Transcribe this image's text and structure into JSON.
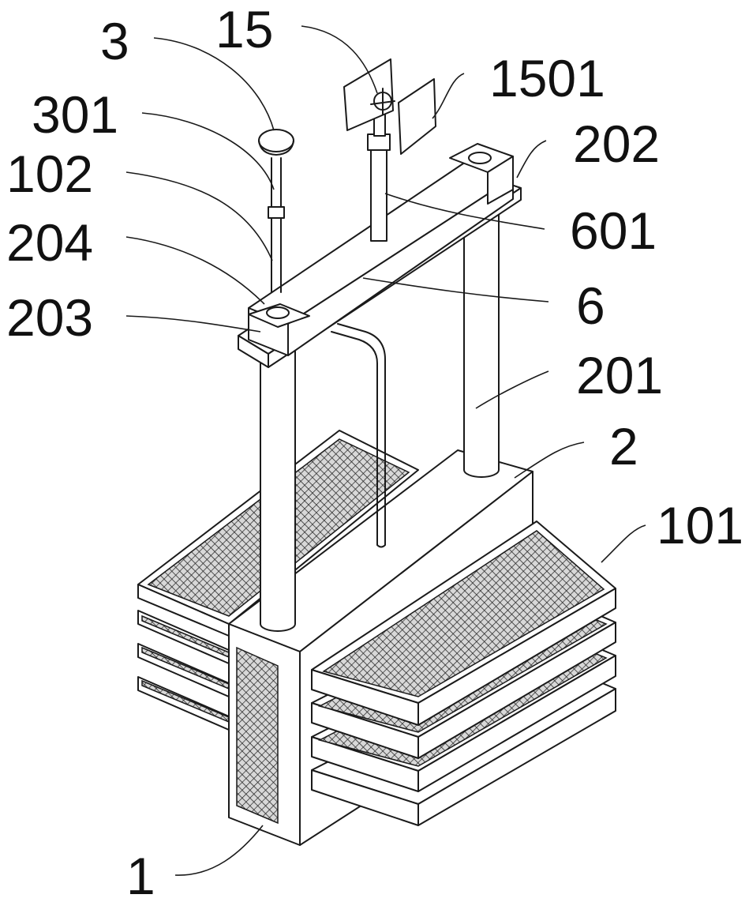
{
  "labels": {
    "l3": "3",
    "l15": "15",
    "l1501": "1501",
    "l301": "301",
    "l202": "202",
    "l102": "102",
    "l601": "601",
    "l204": "204",
    "l6": "6",
    "l203": "203",
    "l201": "201",
    "l2": "2",
    "l101": "101",
    "l1": "1"
  }
}
